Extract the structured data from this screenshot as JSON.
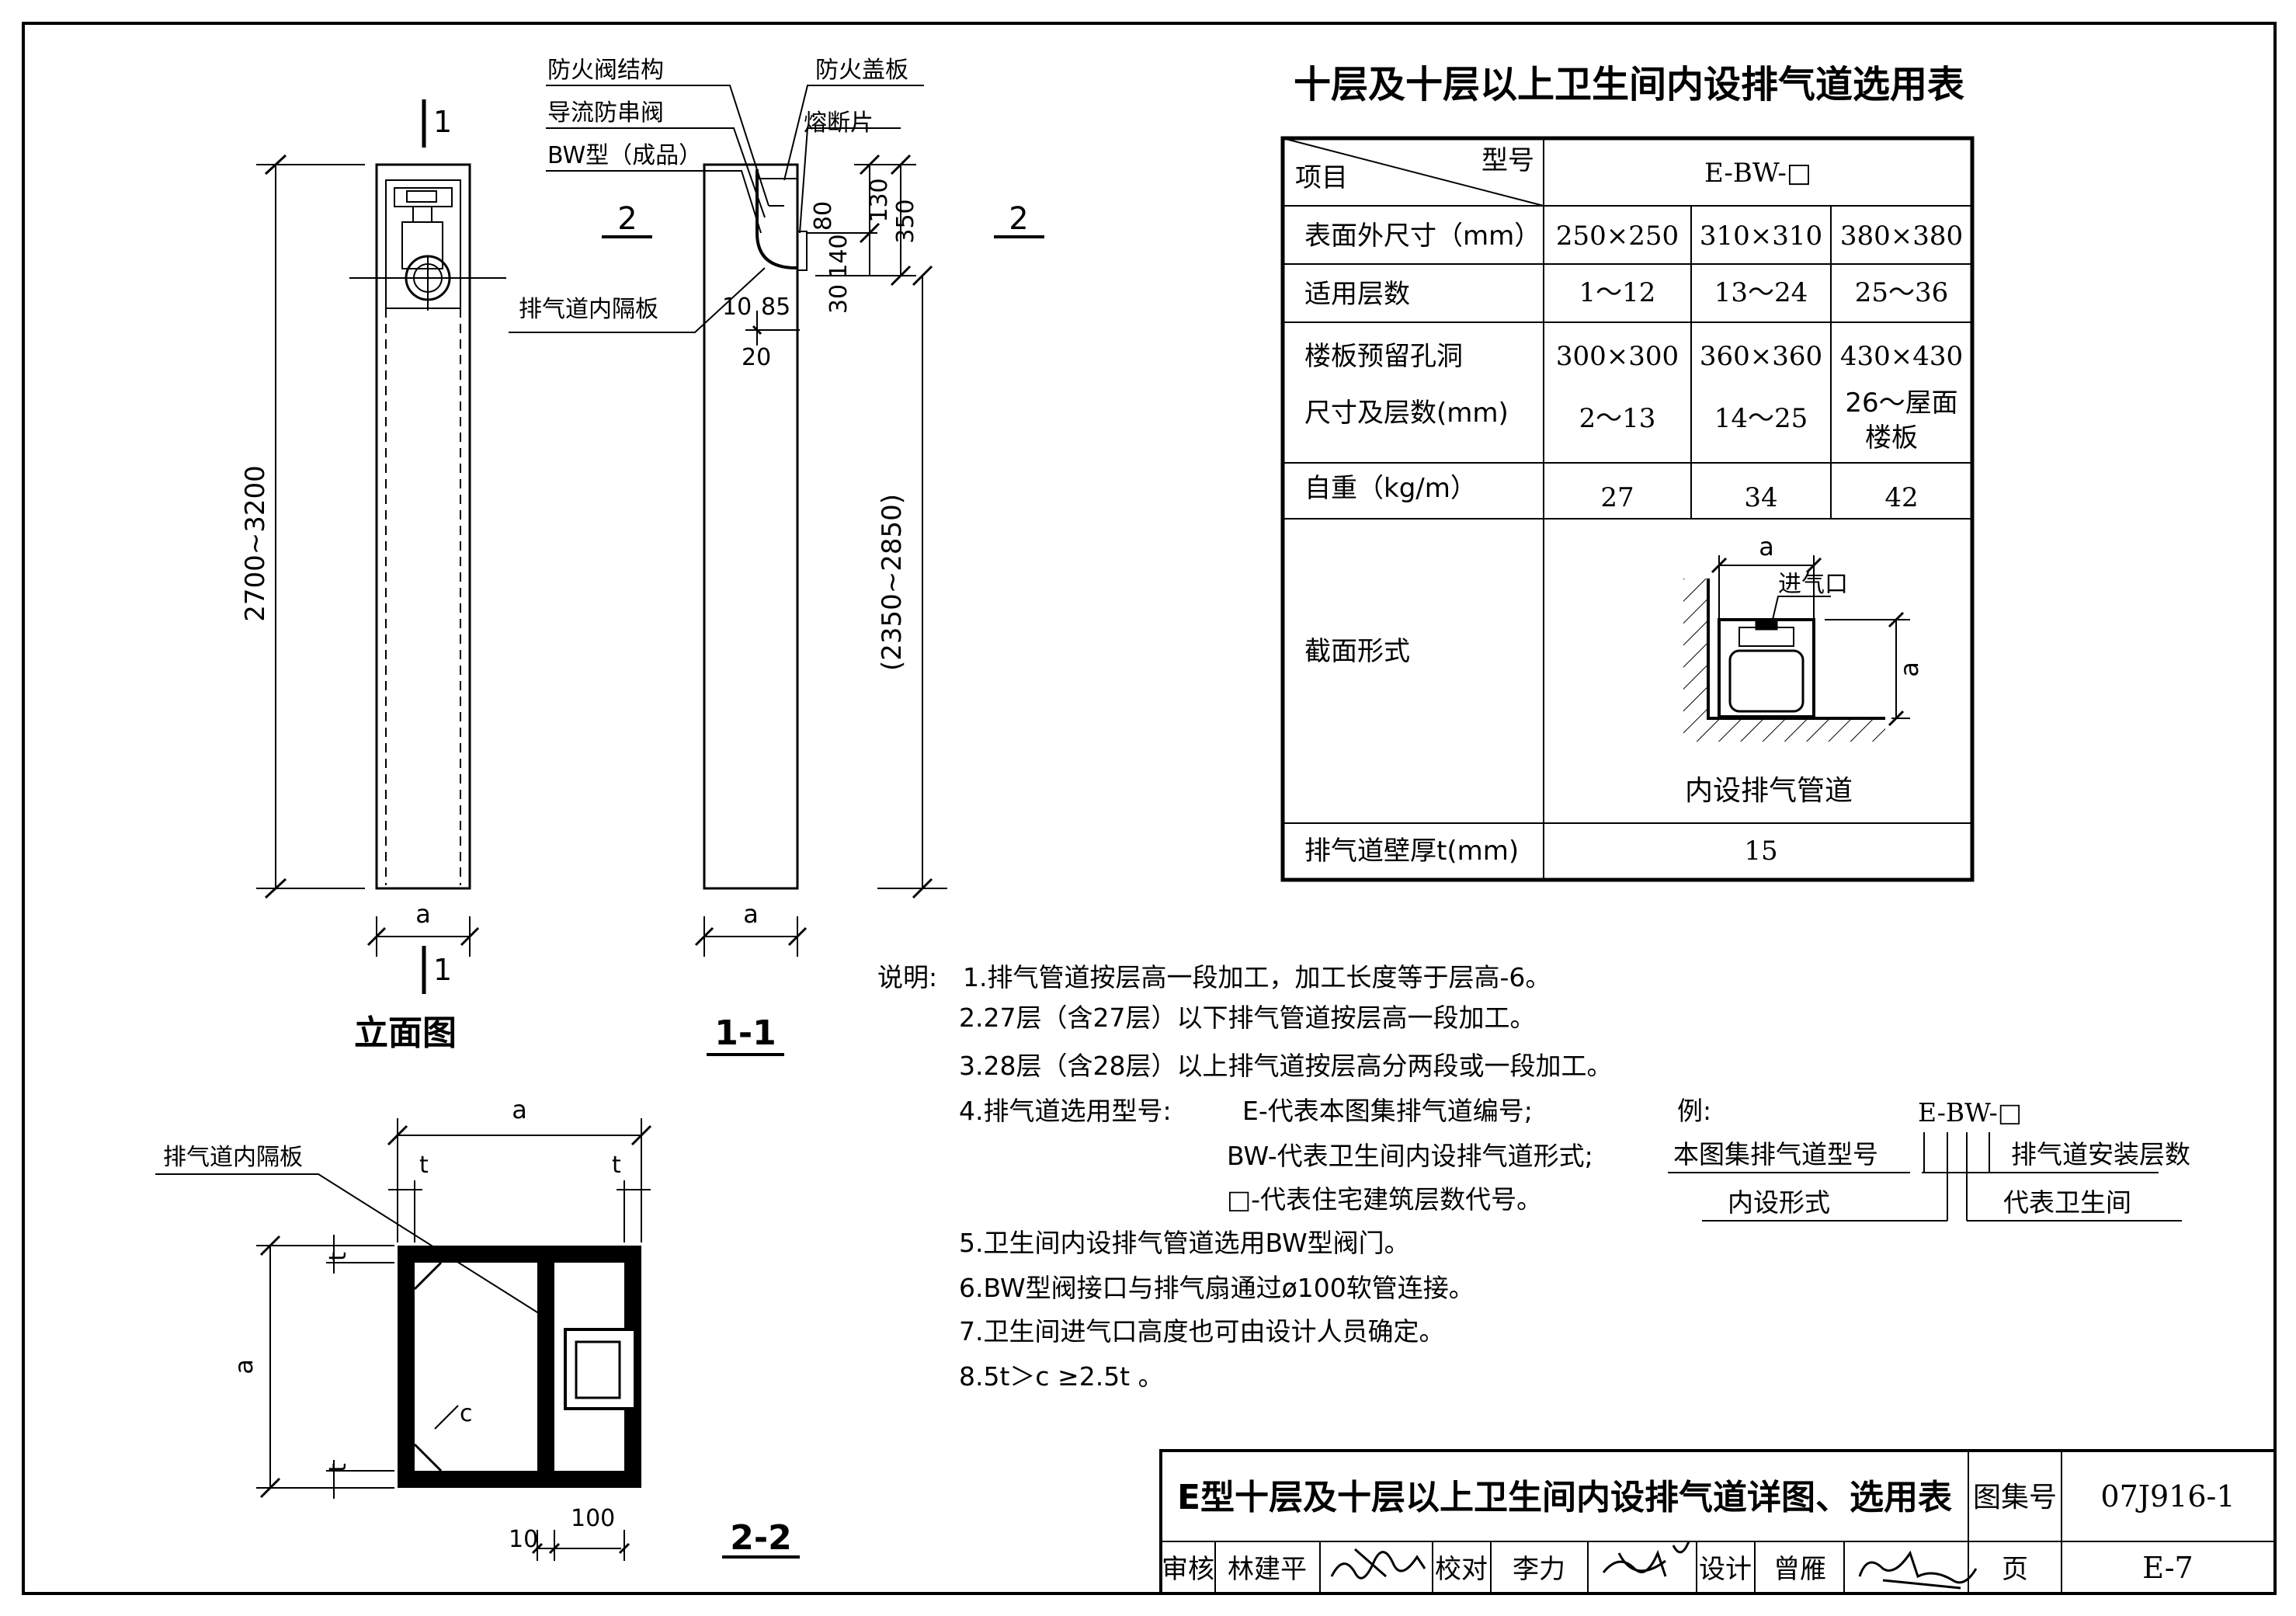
{
  "labels": {
    "fire_valve_structure": "防火阀结构",
    "fire_cover_plate": "防火盖板",
    "backflow_valve": "导流防串阀",
    "fuse_piece": "熔断片",
    "bw_type": "BW型（成品）",
    "inner_partition": "排气道内隔板",
    "inner_partition_2": "排气道内隔板",
    "section_mark_1_top": "1",
    "section_mark_1_bottom": "1",
    "section_mark_2_left": "2",
    "section_mark_2_right": "2"
  },
  "dims": {
    "elev_height": "2700~3200",
    "elev_width": "a",
    "sec11_width": "a",
    "sec11_height": "(2350~2850)",
    "d130": "130",
    "d350": "350",
    "d80": "80",
    "d140": "140",
    "d30": "30",
    "d10": "10",
    "d85": "85",
    "d20": "20",
    "s22_width": "a",
    "s22_t_left": "t",
    "s22_t_right": "t",
    "s22_t_top": "t",
    "s22_t_bottom": "t",
    "s22_height": "a",
    "s22_c": "c",
    "s22_10": "10",
    "s22_100": "100"
  },
  "captions": {
    "elevation": "立面图",
    "section_11": "1-1",
    "section_22": "2-2"
  },
  "table": {
    "title": "十层及十层以上卫生间内设排气道选用表",
    "header_item": "项目",
    "header_type": "型号",
    "header_model": "E-BW-□",
    "rows": [
      {
        "label": "表面外尺寸（mm）",
        "values": [
          "250×250",
          "310×310",
          "380×380"
        ]
      },
      {
        "label": "适用层数",
        "values": [
          "1～12",
          "13～24",
          "25～36"
        ]
      }
    ],
    "hole_label_1": "楼板预留孔洞",
    "hole_label_2": "尺寸及层数(mm)",
    "hole_sizes": [
      "300×300",
      "360×360",
      "430×430"
    ],
    "hole_floors": [
      "2～13",
      "14～25",
      "26～屋面"
    ],
    "hole_floors_extra": "楼板",
    "weight_label": "自重（kg/m）",
    "weights": [
      "27",
      "34",
      "42"
    ],
    "section_label": "截面形式",
    "section_a_top": "a",
    "section_a_right": "a",
    "section_inlet": "进气口",
    "section_caption": "内设排气管道",
    "thickness_label": "排气道壁厚t(mm)",
    "thickness_value": "15"
  },
  "notes": {
    "heading": "说明:",
    "items": [
      "1.排气管道按层高一段加工，加工长度等于层高-6。",
      "2.27层（含27层）以下排气管道按层高一段加工。",
      "3.28层（含28层）以上排气道按层高分两段或一段加工。",
      "4.排气道选用型号:",
      "5.卫生间内设排气管道选用BW型阀门。",
      "6.BW型阀接口与排气扇通过ø100软管连接。",
      "7.卫生间进气口高度也可由设计人员确定。",
      "8.5t＞c ≥2.5t 。"
    ],
    "code_e": "E-代表本图集排气道编号;",
    "code_bw": "BW-代表卫生间内设排气道形式;",
    "code_box": "□-代表住宅建筑层数代号。",
    "example_label": "例:",
    "example_code": "E-BW-□",
    "example_series": "本图集排气道型号",
    "example_inner": "内设形式",
    "example_floors": "排气道安装层数",
    "example_bathroom": "代表卫生间"
  },
  "title_block": {
    "title": "E型十层及十层以上卫生间内设排气道详图、选用表",
    "atlas_label": "图集号",
    "atlas_no": "07J916-1",
    "review_label": "审核",
    "reviewer": "林建平",
    "check_label": "校对",
    "checker": "李力",
    "design_label": "设计",
    "designer": "曾雁",
    "page_label": "页",
    "page_no": "E-7"
  }
}
